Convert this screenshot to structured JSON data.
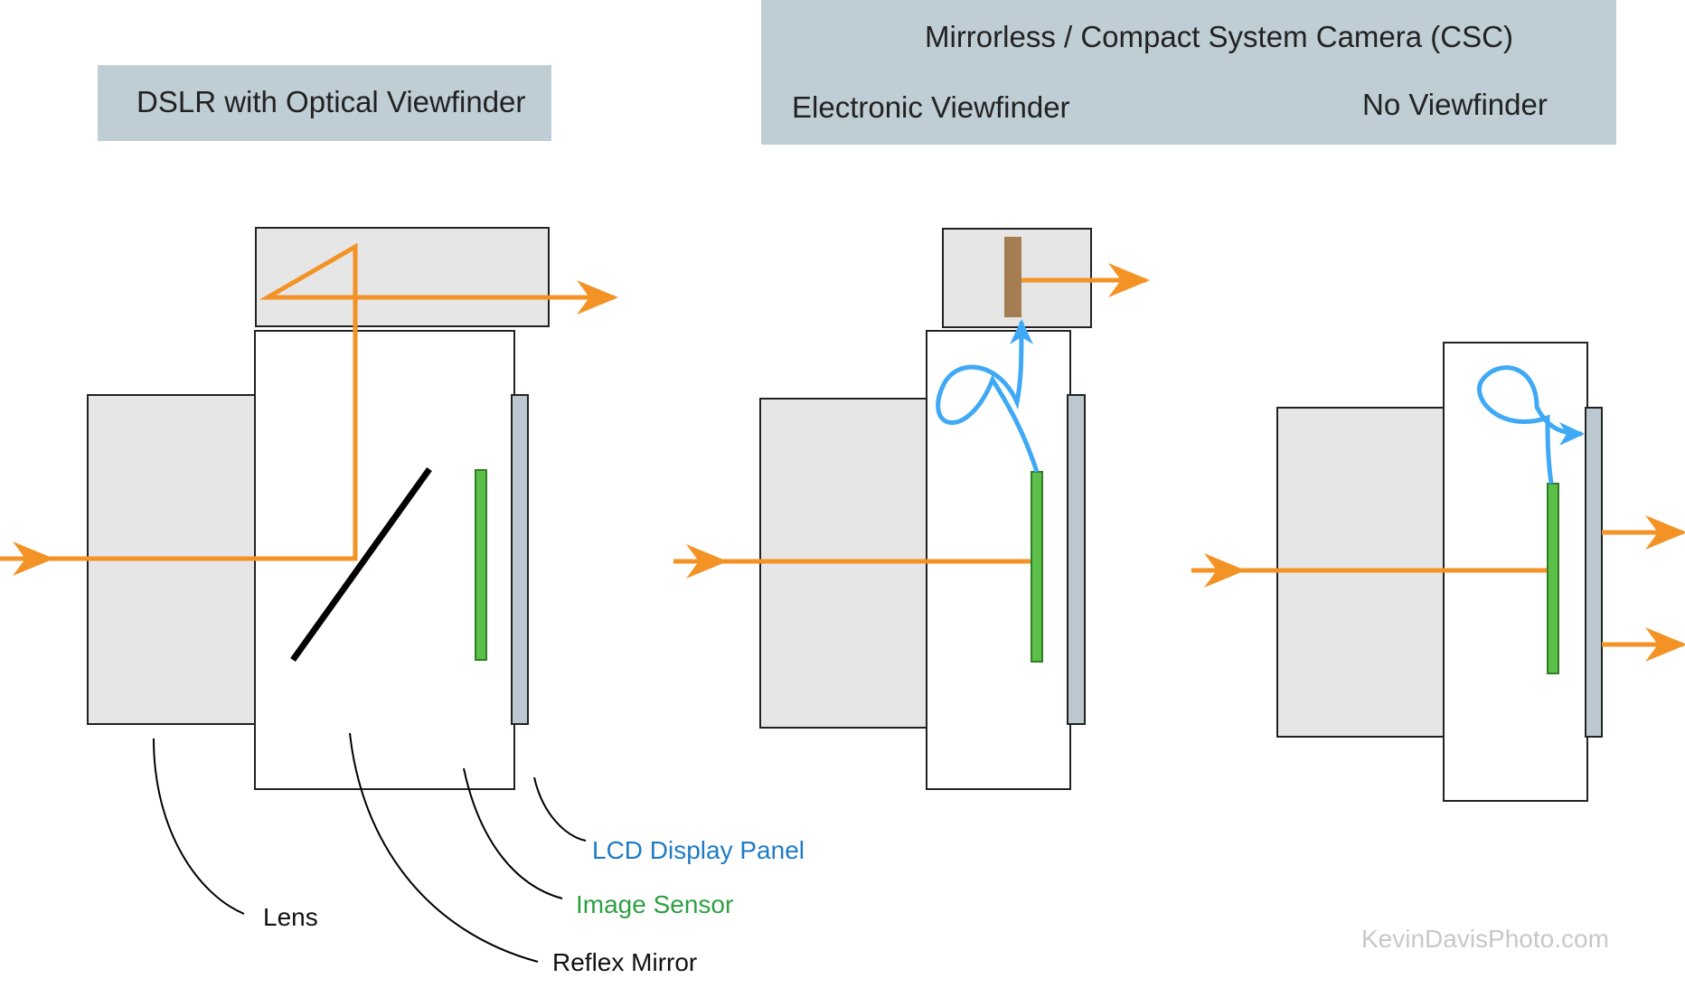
{
  "headers": {
    "dslr": "DSLR with Optical Viewfinder",
    "mirrorless": "Mirrorless / Compact System Camera (CSC)",
    "evf": "Electronic Viewfinder",
    "no_vf": "No Viewfinder"
  },
  "labels": {
    "lcd": "LCD Display Panel",
    "sensor": "Image Sensor",
    "lens": "Lens",
    "mirror": "Reflex Mirror"
  },
  "watermark": "KevinDavisPhoto.com",
  "colors": {
    "light_path": "#f39325",
    "signal_path": "#3fa9f5",
    "sensor": "#5bbf4a",
    "lcd_panel": "#bcc8cf",
    "evf_display": "#a67c52",
    "body_fill": "#e6e6e6",
    "header_fill": "#bfcdd4",
    "lcd_label": "#1f7bc4",
    "sensor_label": "#2ea043"
  }
}
